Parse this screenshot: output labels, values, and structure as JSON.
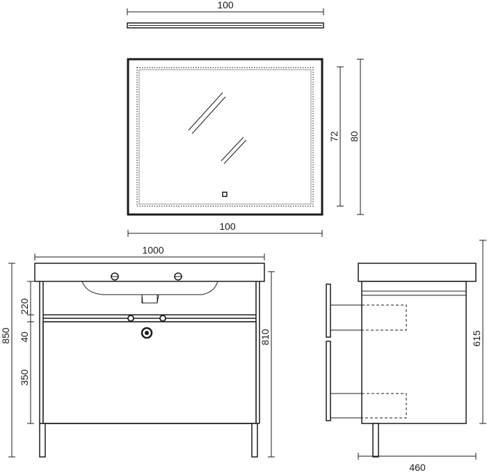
{
  "mirror": {
    "top_width_label": "100",
    "bottom_width_label": "100",
    "inner_height_label": "72",
    "outer_height_label": "80"
  },
  "cabinet_front": {
    "width_label": "1000",
    "total_height_label": "850",
    "body_height_label": "810",
    "upper_drawer_label": "220",
    "gap_label": "40",
    "lower_drawer_label": "350"
  },
  "cabinet_side": {
    "depth_label": "460",
    "height_label": "615"
  }
}
